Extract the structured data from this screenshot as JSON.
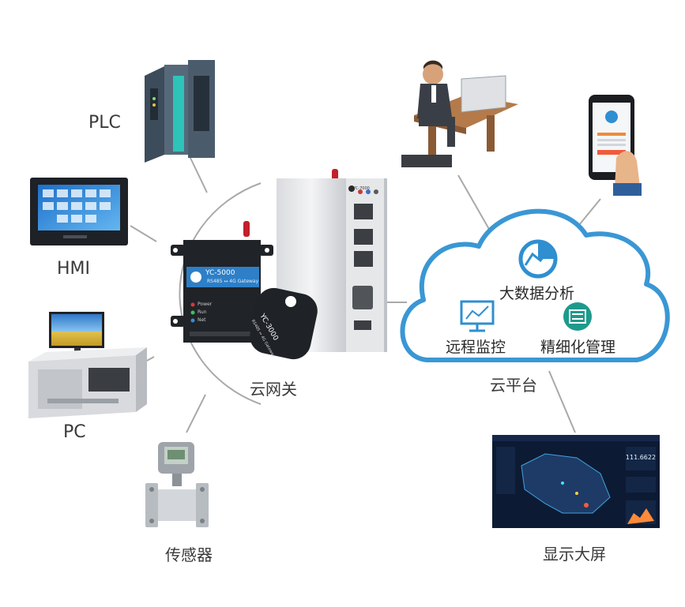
{
  "left_devices": {
    "plc": "PLC",
    "hmi": "HMI",
    "pc": "PC",
    "sensor": "传感器"
  },
  "gateway": {
    "label": "云网关",
    "box1_model": "YC-5000",
    "box1_subtitle": "RS485 ↔ 4G Gateway",
    "box2_model": "YC-3000",
    "box2_subtitle": "RS485 ↔ 4G Gateway",
    "box3_model": "YC-7000",
    "led_power": "Power",
    "led_run": "Run",
    "led_net": "Net"
  },
  "cloud": {
    "label": "云平台",
    "big_data": "大数据分析",
    "remote_monitor": "远程监控",
    "fine_management": "精细化管理"
  },
  "right_devices": {
    "display_wall": "显示大屏",
    "dashboard_number": "111.6622"
  },
  "colors": {
    "cloud_border": "#3a97d4",
    "connector": "#a9a9a9",
    "teal_icon": "#1e9a8c",
    "blue_icon": "#2f8fd0",
    "dashboard_bg": "#0d1a33"
  }
}
